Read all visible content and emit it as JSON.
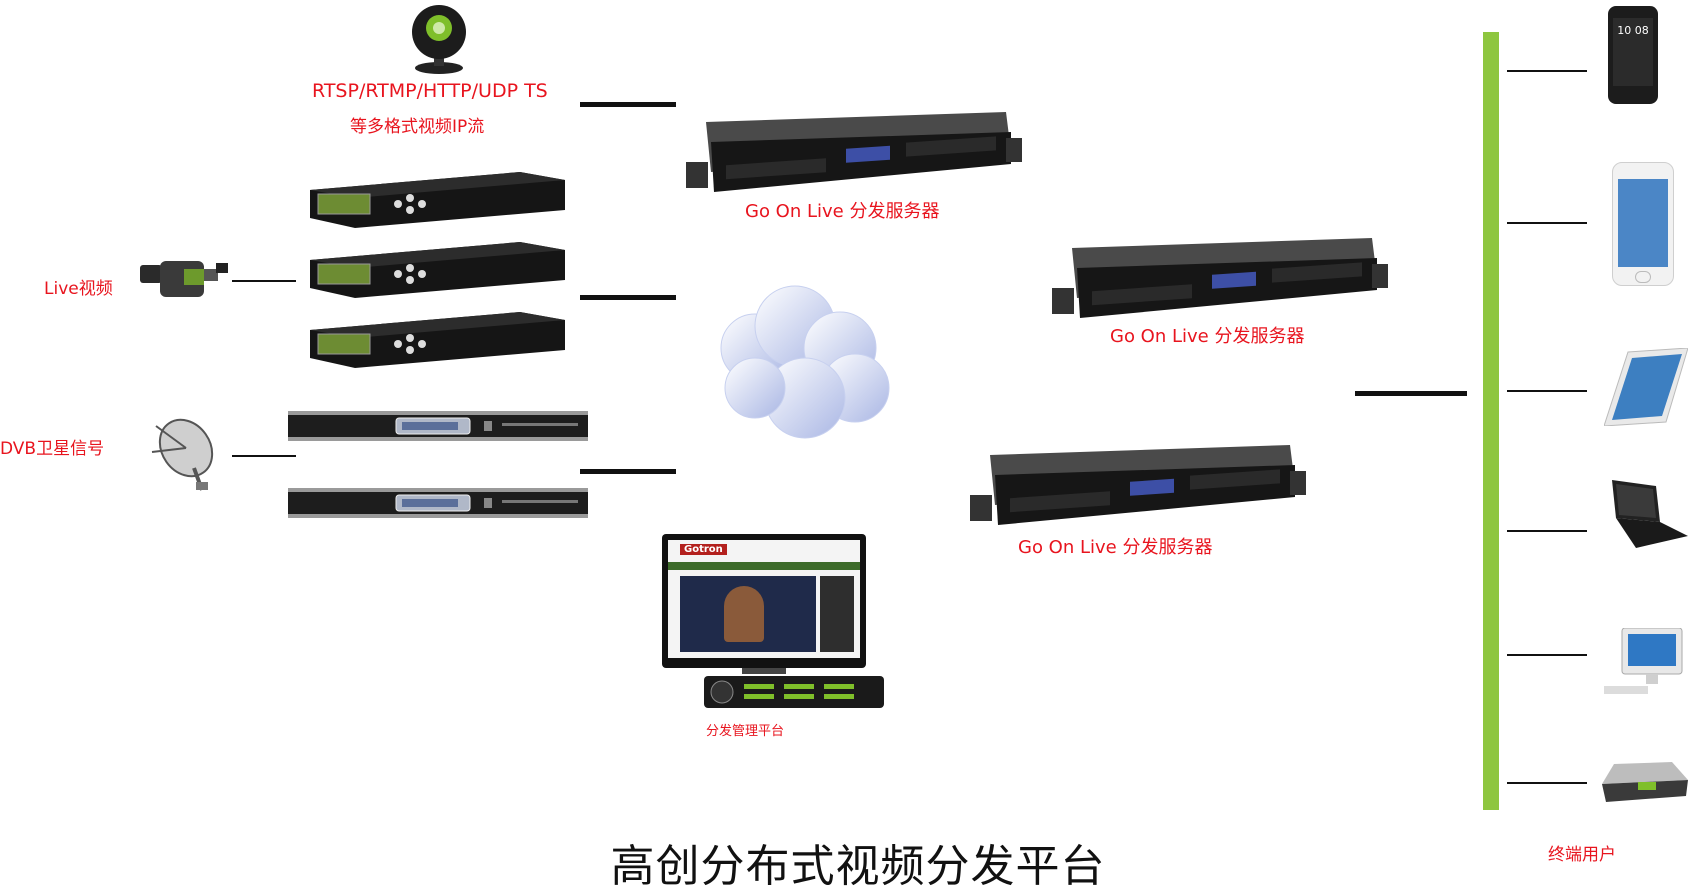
{
  "sources": {
    "ip_stream_line1": "RTSP/RTMP/HTTP/UDP TS",
    "ip_stream_line2": "等多格式视频IP流",
    "live_video": "Live视频",
    "dvb_satellite": "DVB卫星信号"
  },
  "servers": {
    "server1": "Go On Live 分发服务器",
    "server2": "Go On Live 分发服务器",
    "server3": "Go On Live 分发服务器"
  },
  "management": {
    "label": "分发管理平台",
    "screen_logo": "Gotron"
  },
  "terminals": {
    "label": "终端用户",
    "phone_clock": "10 08"
  },
  "title": "高创分布式视频分发平台",
  "colors": {
    "label_red": "#e8141e",
    "terminal_bar_green": "#8ec63f"
  }
}
